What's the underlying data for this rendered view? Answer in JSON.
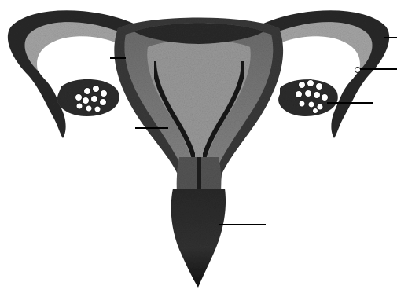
{
  "diagram": {
    "label_texts": [],
    "colors": {
      "background": "#ffffff",
      "tissue_dark": "#1e1e1e",
      "tissue_mid": "#7a7a7a",
      "tissue_light": "#b8b8b8",
      "cavity": "#9a9a9a",
      "follicle": "#ffffff",
      "leader_line": "#000000"
    },
    "structures": [
      "fallopian-tube-left",
      "fallopian-tube-right",
      "ovary-left",
      "ovary-right",
      "uterus-body",
      "uterine-cavity",
      "cervix",
      "vagina"
    ],
    "leader_line_count": 6
  }
}
